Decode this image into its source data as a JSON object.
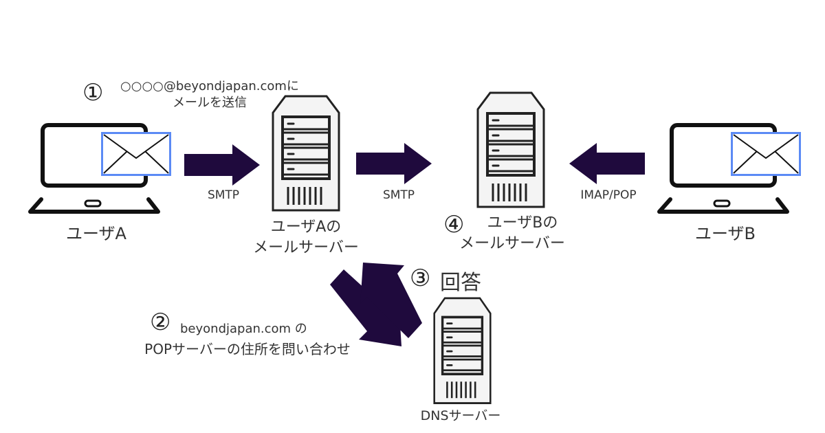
{
  "colors": {
    "arrow": "#1f0a3d",
    "envelope_border": "#5b8af5",
    "server_fill": "#f4f4f4",
    "stroke": "#222222",
    "text": "#333333"
  },
  "step1": {
    "number": "①",
    "line1": "○○○○@beyondjapan.comに",
    "line2": "メールを送信"
  },
  "step2": {
    "number": "②",
    "line1": "beyondjapan.com の",
    "line2": "POPサーバーの住所を問い合わせ"
  },
  "step3": {
    "number": "③",
    "label": "回答"
  },
  "step4": {
    "number": "④",
    "line1": "ユーザBの",
    "line2": "メールサーバー"
  },
  "nodes": {
    "user_a": {
      "label": "ユーザA",
      "icon": "laptop-with-envelope-icon"
    },
    "user_b": {
      "label": "ユーザB",
      "icon": "laptop-with-envelope-icon"
    },
    "server_a": {
      "line1": "ユーザAの",
      "line2": "メールサーバー",
      "icon": "server-icon"
    },
    "dns": {
      "label": "DNSサーバー",
      "icon": "server-icon"
    }
  },
  "arrows": {
    "a_to_server_a": {
      "label": "SMTP",
      "direction": "right"
    },
    "server_a_to_server_b": {
      "label": "SMTP",
      "direction": "right"
    },
    "user_b_from_server_b": {
      "label": "IMAP/POP",
      "direction": "left"
    },
    "query_to_dns": {
      "direction": "down-right"
    },
    "answer_from_dns": {
      "direction": "up-left"
    }
  }
}
